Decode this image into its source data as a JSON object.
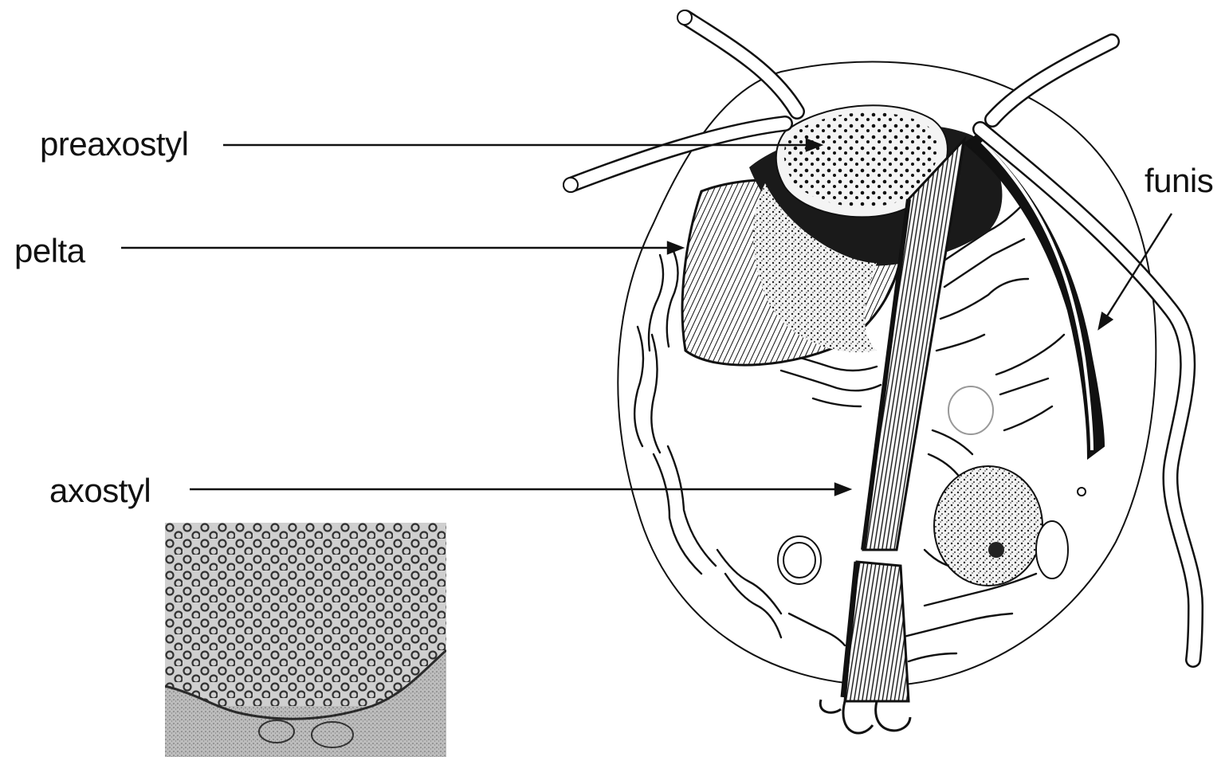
{
  "labels": {
    "preaxostyl": "preaxostyl",
    "pelta": "pelta",
    "axostyl": "axostyl",
    "funis": "funis"
  },
  "colors": {
    "ink": "#111111",
    "background": "#ffffff",
    "micrograph_bg": "#c9c9c9",
    "micrograph_dark": "#3a3a3a"
  }
}
